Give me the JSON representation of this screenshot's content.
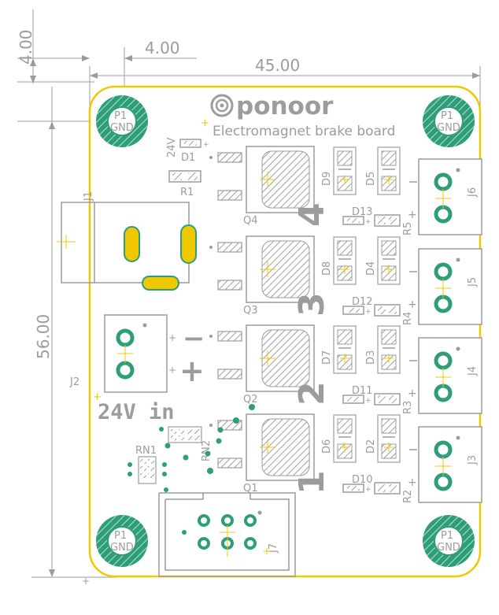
{
  "dimensions": {
    "top_offset": "4.00",
    "left_offset": "4.00",
    "width": "45.00",
    "height": "56.00"
  },
  "brand": {
    "logo_text": "ponoor"
  },
  "board": {
    "title": "Electromagnet brake board"
  },
  "mounting_holes": {
    "label_top": "P1",
    "label_bottom": "GND"
  },
  "power": {
    "voltage_small": "24V",
    "input_label": "24V in",
    "plus": "+",
    "minus": "−"
  },
  "designators": {
    "D1": "D1",
    "R1": "R1",
    "J1": "J1",
    "J2": "J2",
    "J7": "J7",
    "RN1": "RN1",
    "RN2": "RN2"
  },
  "channels": [
    {
      "number": "4",
      "q": "Q4",
      "da": "D9",
      "db": "D5",
      "led": "D13",
      "r": "R5",
      "j": "J6"
    },
    {
      "number": "3",
      "q": "Q3",
      "da": "D8",
      "db": "D4",
      "led": "D12",
      "r": "R4",
      "j": "J5"
    },
    {
      "number": "2",
      "q": "Q2",
      "da": "D7",
      "db": "D3",
      "led": "D11",
      "r": "R3",
      "j": "J4"
    },
    {
      "number": "1",
      "q": "Q1",
      "da": "D6",
      "db": "D2",
      "led": "D10",
      "r": "R2",
      "j": "J3"
    }
  ],
  "colors": {
    "outline": "#f0c800",
    "silkscreen": "#9c9c9c",
    "pad": "#2e9e7a",
    "pad_yellow": "#f0c800",
    "dimension": "#9c9c9c"
  }
}
